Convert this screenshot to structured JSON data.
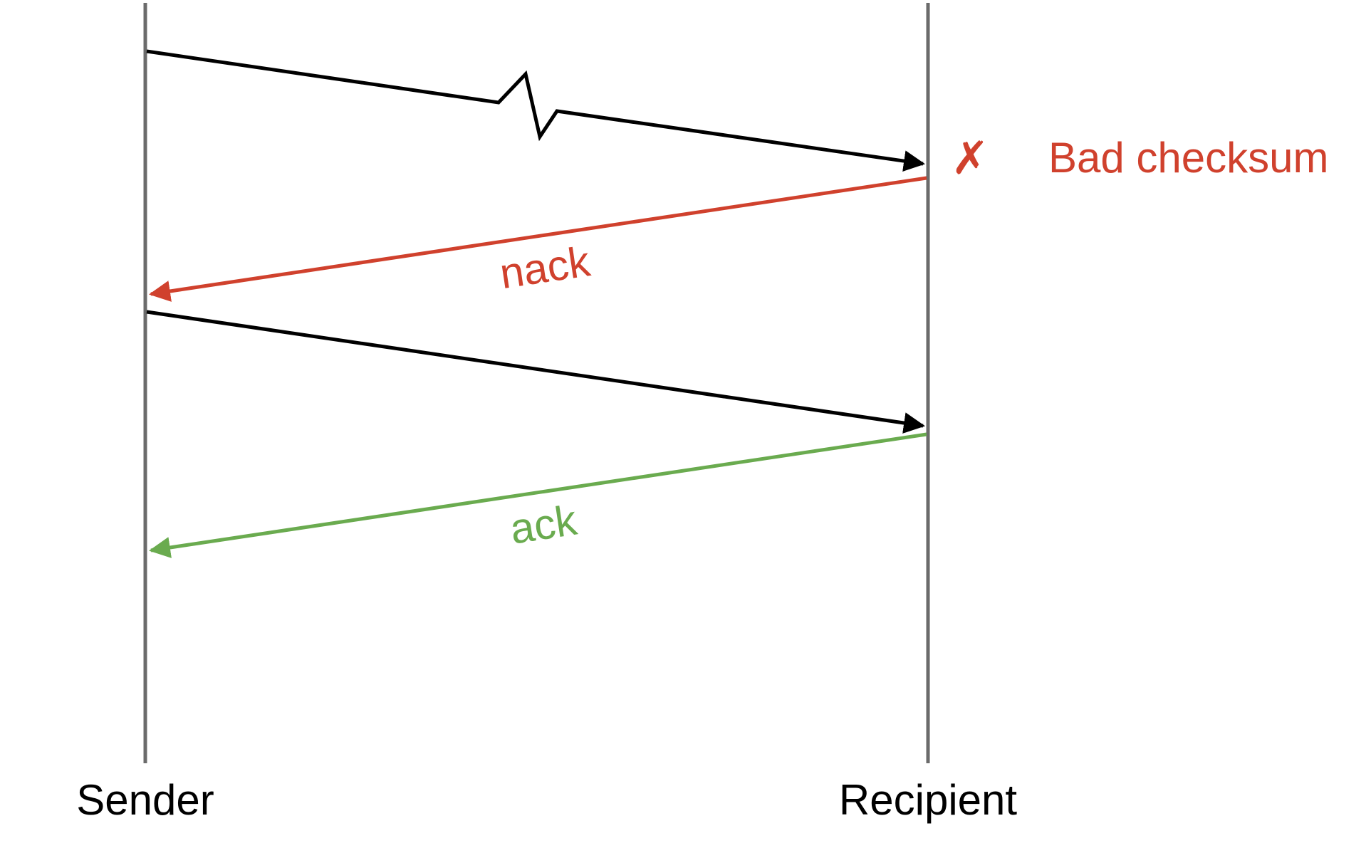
{
  "participants": {
    "sender": "Sender",
    "recipient": "Recipient"
  },
  "messages": {
    "nack_label": "nack",
    "ack_label": "ack"
  },
  "error": {
    "mark": "✗",
    "text": "Bad checksum"
  },
  "colors": {
    "lifeline": "#6b6b6b",
    "packet": "#000000",
    "nack": "#d0412d",
    "ack": "#6aab4f"
  }
}
